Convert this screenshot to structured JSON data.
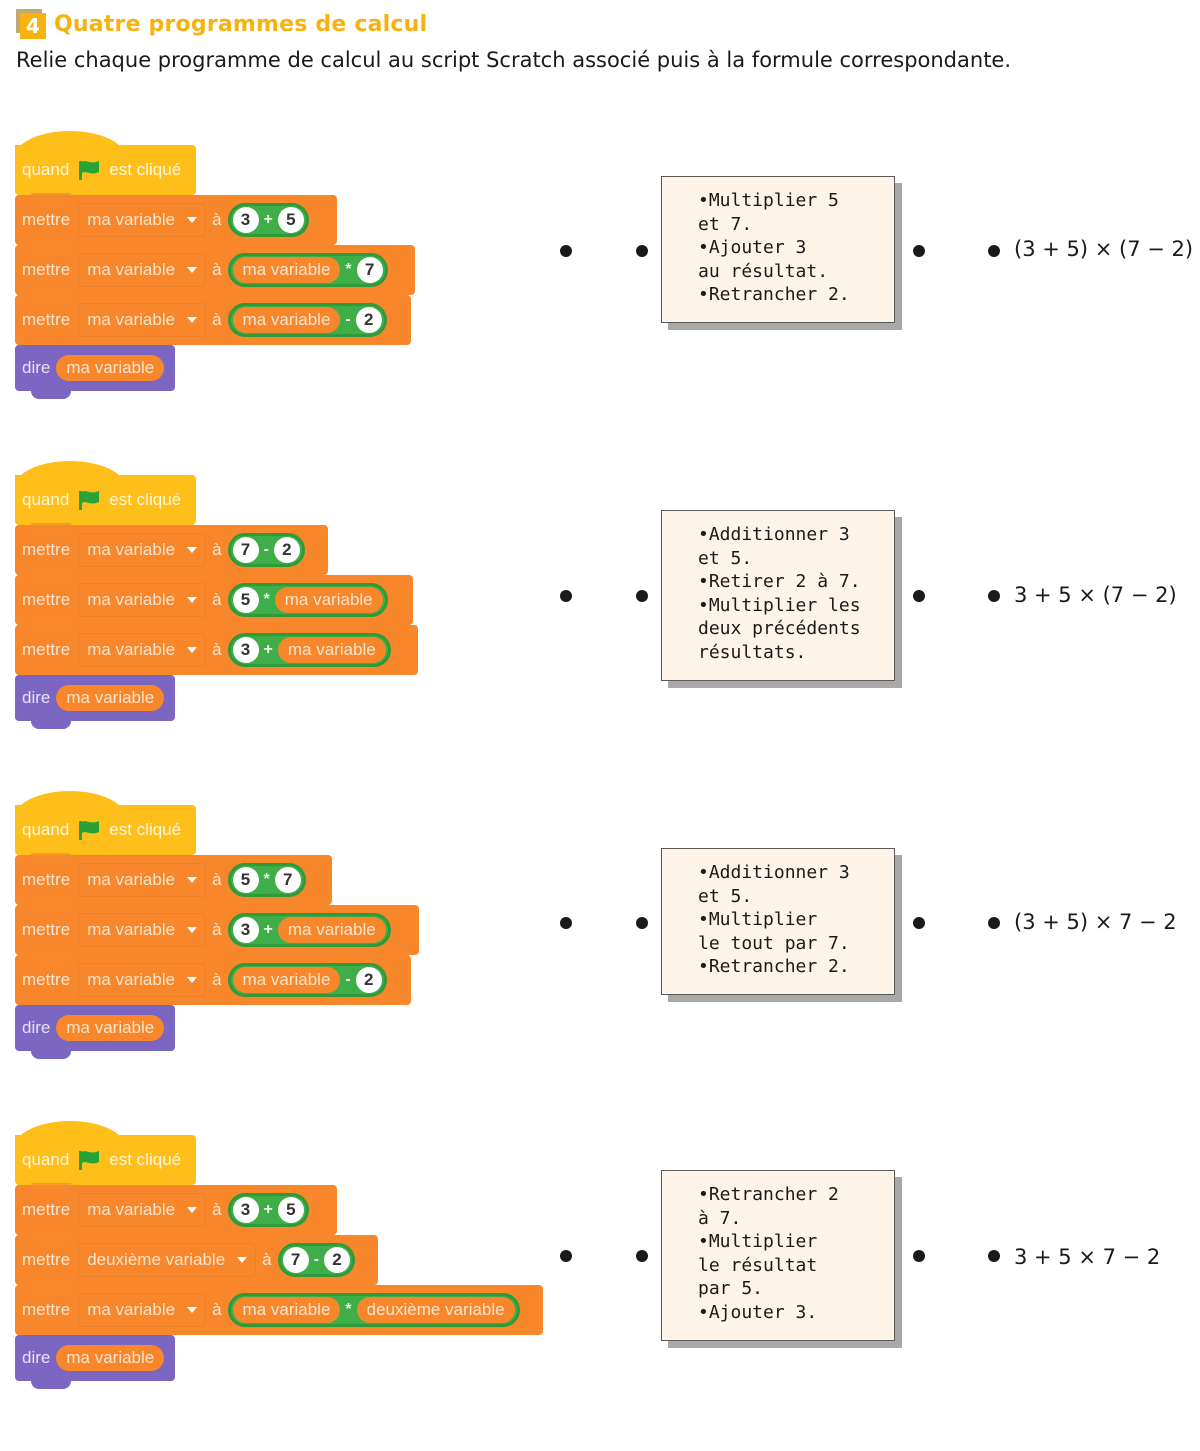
{
  "header": {
    "number": "4",
    "title": "Quatre programmes de calcul",
    "instruction": "Relie chaque programme de calcul au script Scratch associé puis à la formule correspondante."
  },
  "colors": {
    "accent": "#f6b30f",
    "event_block": "#ffbf1a",
    "variable_block": "#f7872a",
    "operator_block": "#3fae49",
    "looks_block": "#7b66c2",
    "box_background": "#fdf3e8"
  },
  "scratch": {
    "hat": {
      "when": "quand",
      "clicked": "est cliqué",
      "icon": "green-flag-icon"
    },
    "set_keyword": "mettre",
    "to_keyword": "à",
    "say_keyword": "dire"
  },
  "exercises": [
    {
      "script": {
        "blocks": [
          {
            "variable": "ma variable",
            "expr": {
              "left": {
                "type": "num",
                "value": "3"
              },
              "op": "+",
              "right": {
                "type": "num",
                "value": "5"
              }
            }
          },
          {
            "variable": "ma variable",
            "expr": {
              "left": {
                "type": "var",
                "value": "ma variable"
              },
              "op": "*",
              "right": {
                "type": "num",
                "value": "7"
              }
            }
          },
          {
            "variable": "ma variable",
            "expr": {
              "left": {
                "type": "var",
                "value": "ma variable"
              },
              "op": "-",
              "right": {
                "type": "num",
                "value": "2"
              }
            }
          }
        ],
        "say": "ma variable"
      },
      "program_lines": [
        "•Multiplier 5",
        "et 7.",
        "•Ajouter 3",
        "au résultat.",
        "•Retrancher 2."
      ],
      "formula": "(3 + 5) × (7 − 2)"
    },
    {
      "script": {
        "blocks": [
          {
            "variable": "ma variable",
            "expr": {
              "left": {
                "type": "num",
                "value": "7"
              },
              "op": "-",
              "right": {
                "type": "num",
                "value": "2"
              }
            }
          },
          {
            "variable": "ma variable",
            "expr": {
              "left": {
                "type": "num",
                "value": "5"
              },
              "op": "*",
              "right": {
                "type": "var",
                "value": "ma variable"
              }
            }
          },
          {
            "variable": "ma variable",
            "expr": {
              "left": {
                "type": "num",
                "value": "3"
              },
              "op": "+",
              "right": {
                "type": "var",
                "value": "ma variable"
              }
            }
          }
        ],
        "say": "ma variable"
      },
      "program_lines": [
        "•Additionner 3",
        "et 5.",
        "•Retirer 2 à 7.",
        "•Multiplier les",
        "deux précédents",
        "résultats."
      ],
      "formula": "3 + 5 × (7 − 2)"
    },
    {
      "script": {
        "blocks": [
          {
            "variable": "ma variable",
            "expr": {
              "left": {
                "type": "num",
                "value": "5"
              },
              "op": "*",
              "right": {
                "type": "num",
                "value": "7"
              }
            }
          },
          {
            "variable": "ma variable",
            "expr": {
              "left": {
                "type": "num",
                "value": "3"
              },
              "op": "+",
              "right": {
                "type": "var",
                "value": "ma variable"
              }
            }
          },
          {
            "variable": "ma variable",
            "expr": {
              "left": {
                "type": "var",
                "value": "ma variable"
              },
              "op": "-",
              "right": {
                "type": "num",
                "value": "2"
              }
            }
          }
        ],
        "say": "ma variable"
      },
      "program_lines": [
        "•Additionner 3",
        "et 5.",
        "•Multiplier",
        "le tout par 7.",
        "•Retrancher 2."
      ],
      "formula": "(3 + 5) × 7 − 2"
    },
    {
      "script": {
        "blocks": [
          {
            "variable": "ma variable",
            "expr": {
              "left": {
                "type": "num",
                "value": "3"
              },
              "op": "+",
              "right": {
                "type": "num",
                "value": "5"
              }
            }
          },
          {
            "variable": "deuxième variable",
            "expr": {
              "left": {
                "type": "num",
                "value": "7"
              },
              "op": "-",
              "right": {
                "type": "num",
                "value": "2"
              }
            }
          },
          {
            "variable": "ma variable",
            "expr": {
              "left": {
                "type": "var",
                "value": "ma variable"
              },
              "op": "*",
              "right": {
                "type": "var",
                "value": "deuxième variable"
              }
            }
          }
        ],
        "say": "ma variable"
      },
      "program_lines": [
        "•Retrancher 2",
        "à 7.",
        "•Multiplier",
        "le résultat",
        "par 5.",
        "•Ajouter 3."
      ],
      "formula": "3 + 5 × 7 − 2"
    }
  ]
}
